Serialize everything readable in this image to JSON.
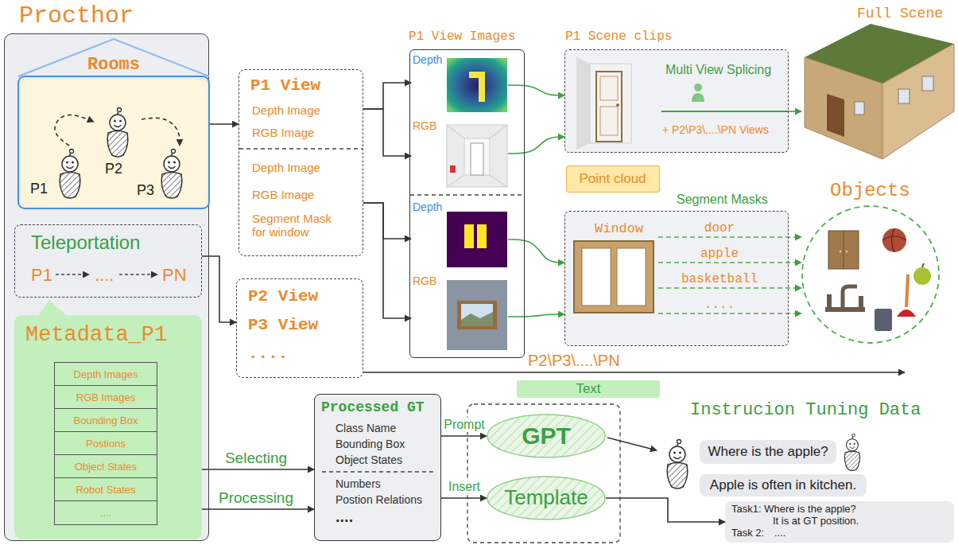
{
  "diagram": {
    "nodes": [
      {
        "text": [
          "Procthor"
        ]
      },
      {
        "text": [
          "Rooms"
        ],
        "in": 0
      },
      {
        "text": [
          "P1"
        ],
        "in": 1
      },
      {
        "text": [
          "P2"
        ],
        "in": 1
      },
      {
        "text": [
          "P3"
        ],
        "in": 1
      },
      {
        "text": [
          "Teleportation",
          "P1",
          "....",
          "PN"
        ],
        "in": 0
      },
      {
        "text": [
          "Metadata_P1"
        ],
        "in": 0
      },
      {
        "text": [
          "Depth Images",
          "RGB Images",
          "Bounding Box",
          "Postions",
          "Object States",
          "Robot States",
          "...."
        ],
        "in": 6
      },
      {
        "text": [
          "P1 View",
          "Depth Image",
          "RGB Image",
          "Depth Image",
          "RGB Image",
          "Segment Mask for window"
        ]
      },
      {
        "text": [
          "P2 View",
          "P3 View",
          "...."
        ]
      },
      {
        "text": [
          "P1 View Images"
        ]
      },
      {
        "text": [
          "Depth"
        ],
        "in": 10
      },
      {
        "text": [
          "RGB"
        ],
        "in": 10
      },
      {
        "text": [
          "Depth"
        ],
        "in": 10
      },
      {
        "text": [
          "RGB"
        ],
        "in": 10
      },
      {
        "text": [
          "P1 Scene clips",
          "Multi View Splicing",
          "+ P2\\P3\\....\\PN Views"
        ]
      },
      {
        "text": [
          "Full Scene"
        ]
      },
      {
        "text": [
          "Point cloud"
        ]
      },
      {
        "text": [
          "Segment Masks"
        ]
      },
      {
        "text": [
          "Window"
        ],
        "in": 18
      },
      {
        "text": [
          "Objects"
        ]
      },
      {
        "text": [
          "Processed GT",
          "Class Name",
          "Bounding Box",
          "Object States",
          "Numbers",
          "Postion Relations",
          "...."
        ]
      },
      {
        "text": [
          "Text"
        ]
      },
      {
        "text": [
          "GPT"
        ]
      },
      {
        "text": [
          "Template"
        ]
      },
      {
        "text": [
          "Where is the apple?"
        ]
      },
      {
        "text": [
          "Apple is often in kitchen."
        ]
      },
      {
        "text": [
          "Task1: Where is the apple?",
          "It is at GT position.",
          "Task 2:",
          "...."
        ]
      }
    ],
    "edges": [
      {
        "from": 2,
        "to": 3,
        "arrow": "to"
      },
      {
        "from": 3,
        "to": 4,
        "arrow": "to"
      },
      {
        "from": 1,
        "to": 8,
        "arrow": "to"
      },
      {
        "from": 5,
        "to": 9,
        "arrow": "to"
      },
      {
        "from": 8,
        "to": 11,
        "arrow": "to"
      },
      {
        "from": 8,
        "to": 12,
        "arrow": "to"
      },
      {
        "from": 8,
        "to": 13,
        "arrow": "to"
      },
      {
        "from": 8,
        "to": 14,
        "arrow": "to"
      },
      {
        "from": 11,
        "to": 15,
        "arrow": "to"
      },
      {
        "from": 12,
        "to": 15,
        "arrow": "to"
      },
      {
        "from": 15,
        "to": 16,
        "arrow": "to"
      },
      {
        "from": 13,
        "to": 18,
        "arrow": "to"
      },
      {
        "from": 14,
        "to": 18,
        "arrow": "to"
      },
      {
        "from": 19,
        "to": 20,
        "label": "door",
        "arrow": "to"
      },
      {
        "from": 19,
        "to": 20,
        "label": "apple",
        "arrow": "to"
      },
      {
        "from": 19,
        "to": 20,
        "label": "basketball",
        "arrow": "to"
      },
      {
        "from": 19,
        "to": 20,
        "label": "....",
        "arrow": "to"
      },
      {
        "from": 6,
        "to": 21,
        "label": "Selecting",
        "arrow": "to"
      },
      {
        "from": 6,
        "to": 21,
        "label": "Processing",
        "arrow": "to"
      },
      {
        "from": 21,
        "to": 23,
        "label": "Prompt",
        "arrow": "to"
      },
      {
        "from": 21,
        "to": 24,
        "label": "Insert",
        "arrow": "to"
      },
      {
        "from": 24,
        "to": 27,
        "arrow": "to"
      }
    ],
    "labels": [
      "P2\\P3\\....\\PN",
      "Instrucion Tuning Data"
    ]
  }
}
